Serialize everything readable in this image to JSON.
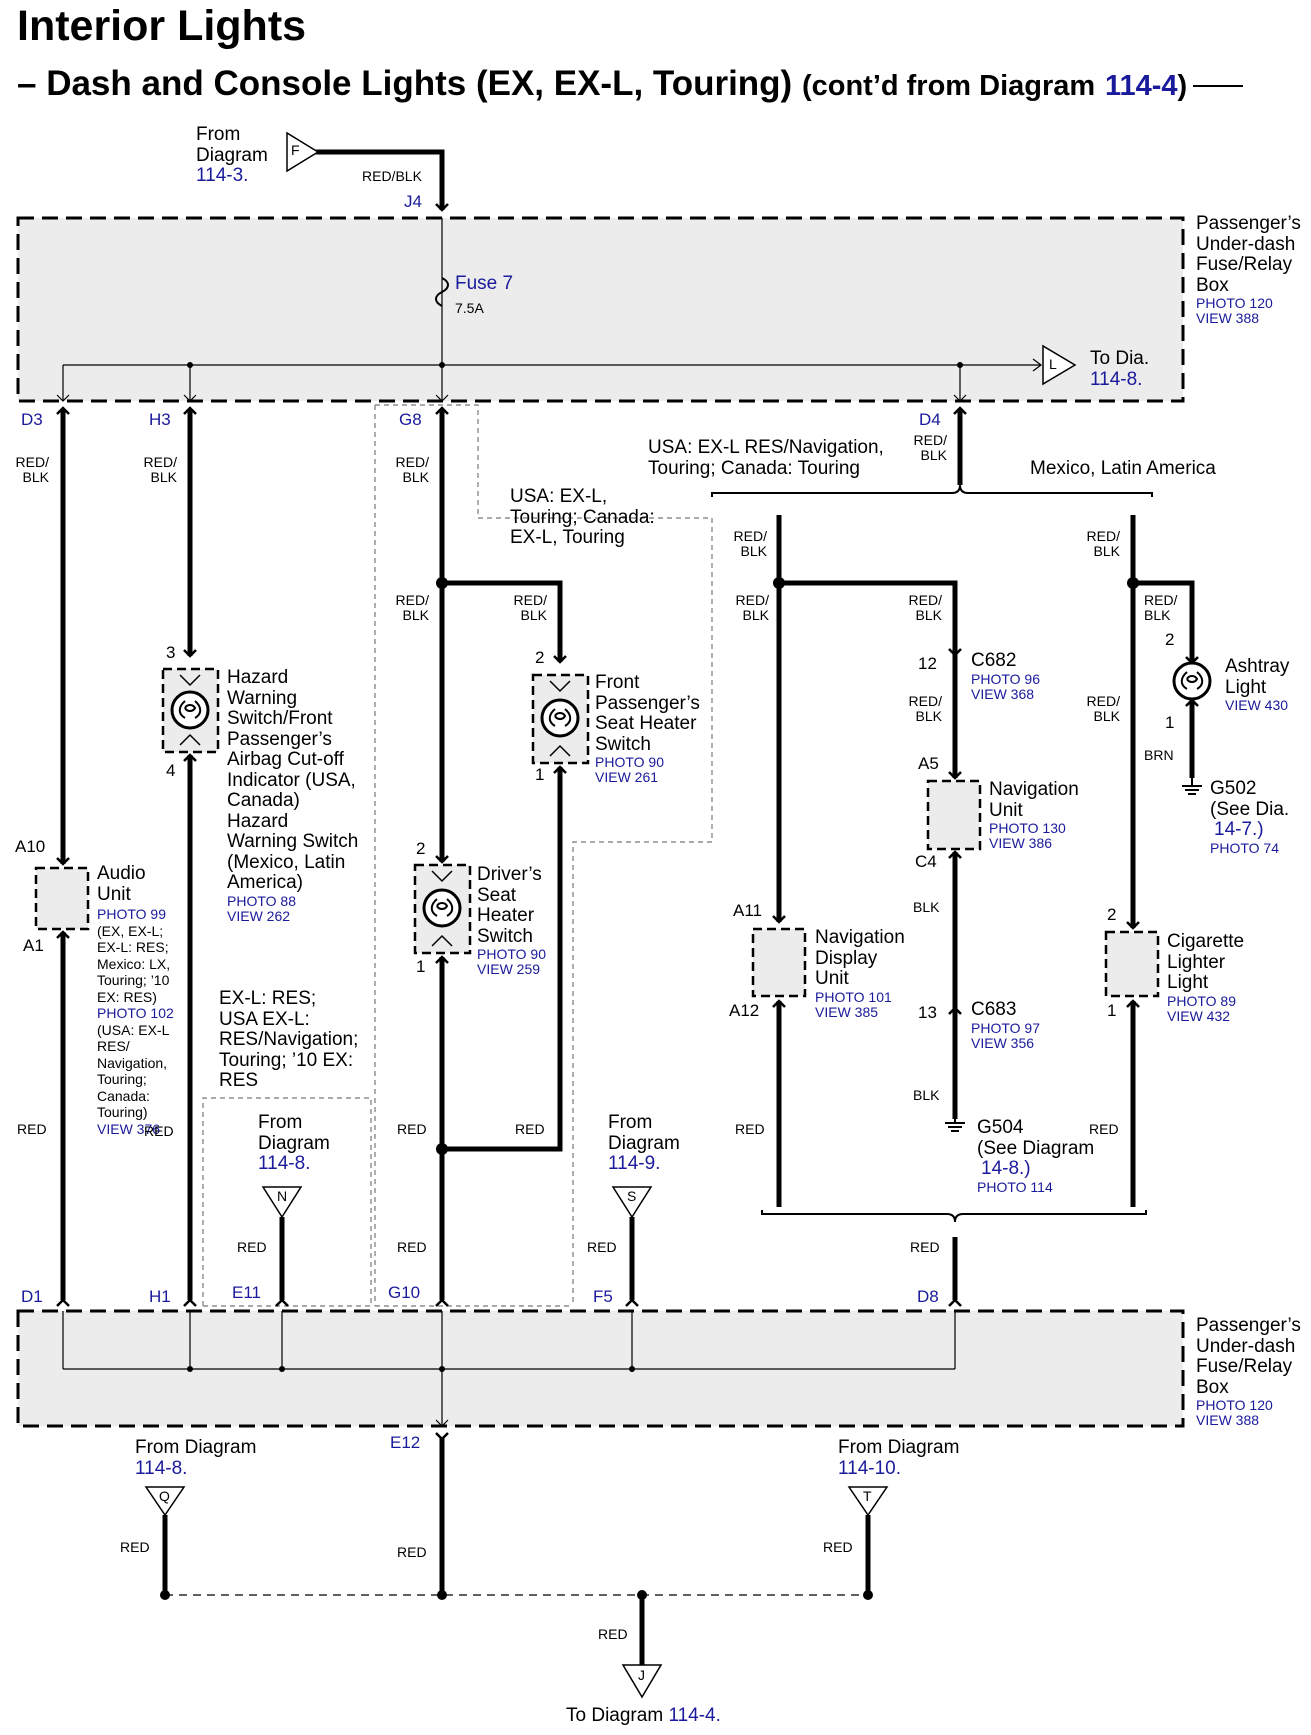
{
  "title": "Interior Lights",
  "subtitle": {
    "prefix": "– Dash and Console Lights (EX, EX-L, Touring)",
    "cont": "(cont’d from Diagram",
    "ref": "114-4",
    "close": ")"
  },
  "fuse_box": {
    "name_lines": [
      "Passenger’s",
      "Under-dash",
      "Fuse/Relay",
      "Box"
    ],
    "photo": "PHOTO 120",
    "view": "VIEW 388"
  },
  "fuse": {
    "name": "Fuse 7",
    "rating": "7.5A"
  },
  "connectors": {
    "top_in": {
      "letter": "F",
      "from": [
        "From",
        "Diagram"
      ],
      "ref": "114-3."
    },
    "to_L": {
      "letter": "L",
      "to": "To Dia.",
      "ref": "114-8."
    },
    "in_N": {
      "letter": "N",
      "from": [
        "From",
        "Diagram"
      ],
      "ref": "114-8."
    },
    "in_S": {
      "letter": "S",
      "from": [
        "From",
        "Diagram"
      ],
      "ref": "114-9."
    },
    "in_Q": {
      "letter": "Q",
      "from": "From Diagram",
      "ref": "114-8."
    },
    "in_T": {
      "letter": "T",
      "from": "From Diagram",
      "ref": "114-10."
    },
    "out_J": {
      "letter": "J",
      "to": "To Diagram",
      "ref": "114-4."
    }
  },
  "terminals": {
    "J4": "J4",
    "D3": "D3",
    "H3": "H3",
    "G8": "G8",
    "D4": "D4",
    "D1": "D1",
    "H1": "H1",
    "E11": "E11",
    "G10": "G10",
    "F5": "F5",
    "D8": "D8",
    "E12": "E12"
  },
  "wires": {
    "red_blk": [
      "RED/",
      "BLK"
    ],
    "red_blk_inline": "RED/BLK",
    "red": "RED",
    "blk": "BLK",
    "brn": "BRN"
  },
  "notes": {
    "usa_exl_touring": [
      "USA: EX-L,",
      "Touring; Canada:",
      "EX-L, Touring"
    ],
    "usa_nav": [
      "USA: EX-L RES/Navigation,",
      "Touring; Canada: Touring"
    ],
    "mexico": "Mexico, Latin America",
    "exl_res": [
      "EX-L: RES;",
      "USA EX-L:",
      "RES/Navigation;",
      "Touring; ’10 EX:",
      "RES"
    ]
  },
  "components": {
    "audio": {
      "name": [
        "Audio",
        "Unit"
      ],
      "photo99": "PHOTO 99",
      "note1": [
        "(EX, EX-L;",
        "EX-L: RES;",
        "Mexico: LX,",
        "Touring; ’10",
        "EX: RES)"
      ],
      "photo102": "PHOTO 102",
      "note2": [
        "(USA: EX-L",
        "RES/",
        "Navigation,",
        "Touring;",
        "Canada:",
        "Touring)"
      ],
      "view": "VIEW 376",
      "pin_top": "A10",
      "pin_bot": "A1"
    },
    "hazard": {
      "name": [
        "Hazard",
        "Warning",
        "Switch/Front",
        "Passenger’s",
        "Airbag Cut-off",
        "Indicator (USA,",
        "Canada)",
        "Hazard",
        "Warning Switch",
        "(Mexico, Latin",
        "America)"
      ],
      "photo": "PHOTO 88",
      "view": "VIEW 262",
      "pin_top": "3",
      "pin_bot": "4"
    },
    "front_heater": {
      "name": [
        "Front",
        "Passenger’s",
        "Seat Heater",
        "Switch"
      ],
      "photo": "PHOTO 90",
      "view": "VIEW 261",
      "pin_top": "2",
      "pin_bot": "1"
    },
    "driver_heater": {
      "name": [
        "Driver’s",
        "Seat",
        "Heater",
        "Switch"
      ],
      "photo": "PHOTO 90",
      "view": "VIEW 259",
      "pin_top": "2",
      "pin_bot": "1"
    },
    "c682": {
      "name": "C682",
      "photo": "PHOTO 96",
      "view": "VIEW 368",
      "pin": "12"
    },
    "nav_unit": {
      "name": [
        "Navigation",
        "Unit"
      ],
      "photo": "PHOTO 130",
      "view": "VIEW 386",
      "pin_top": "A5",
      "pin_bot": "C4"
    },
    "c683": {
      "name": "C683",
      "photo": "PHOTO 97",
      "view": "VIEW 356",
      "pin": "13"
    },
    "g504": {
      "name": "G504",
      "see": "(See Diagram",
      "ref": "14-8.)",
      "photo": "PHOTO 114"
    },
    "nav_display": {
      "name": [
        "Navigation",
        "Display",
        "Unit"
      ],
      "photo": "PHOTO 101",
      "view": "VIEW 385",
      "pin_top": "A11",
      "pin_bot": "A12"
    },
    "ashtray": {
      "name": [
        "Ashtray",
        "Light"
      ],
      "view": "VIEW 430",
      "pin_top": "2",
      "pin_bot": "1"
    },
    "g502": {
      "name": "G502",
      "see": "(See Dia.",
      "ref": "14-7.)",
      "photo": "PHOTO 74"
    },
    "cigarette": {
      "name": [
        "Cigarette",
        "Lighter",
        "Light"
      ],
      "photo": "PHOTO 89",
      "view": "VIEW 432",
      "pin_top": "2",
      "pin_bot": "1"
    }
  },
  "colors": {
    "line": "#000000",
    "box_fill": "#ececec",
    "ref_blue": "#1a1a9c"
  }
}
